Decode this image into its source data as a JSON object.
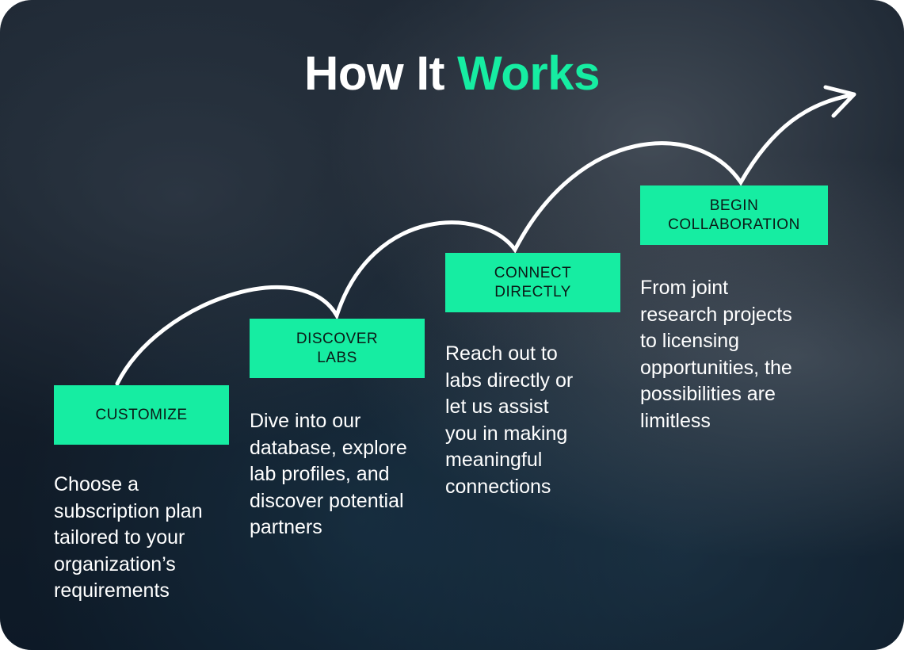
{
  "header": {
    "title_plain": "How It",
    "title_accent": "Works"
  },
  "colors": {
    "accent": "#16eda2",
    "text": "#ffffff",
    "box_text": "#0b1a17"
  },
  "steps": [
    {
      "label_lines": [
        "CUSTOMIZE"
      ],
      "description_lines": [
        "Choose a",
        "subscription plan",
        "tailored to your",
        "organization’s",
        "requirements"
      ]
    },
    {
      "label_lines": [
        "DISCOVER",
        "LABS"
      ],
      "description_lines": [
        "Dive into our",
        "database, explore",
        "lab profiles, and",
        "discover potential",
        "partners"
      ]
    },
    {
      "label_lines": [
        "CONNECT",
        "DIRECTLY"
      ],
      "description_lines": [
        "Reach out to",
        "labs directly or",
        "let us assist",
        "you in making",
        "meaningful",
        "connections"
      ]
    },
    {
      "label_lines": [
        "BEGIN",
        "COLLABORATION"
      ],
      "description_lines": [
        "From joint",
        "research projects",
        "to licensing",
        "opportunities, the",
        "possibilities are",
        "limitless"
      ]
    }
  ]
}
